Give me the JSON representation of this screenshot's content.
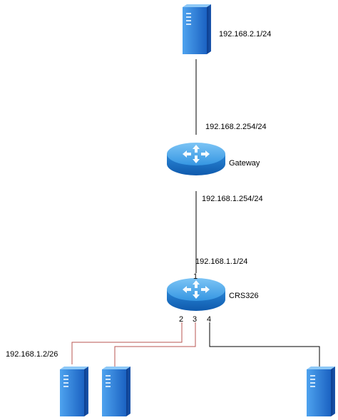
{
  "nodes": {
    "top_server": {
      "ip": "192.168.2.1/24"
    },
    "gateway": {
      "name": "Gateway",
      "upper_ip": "192.168.2.254/24",
      "lower_ip": "192.168.1.254/24"
    },
    "switch": {
      "name": "CRS326",
      "uplink_ip": "192.168.1.1/24",
      "ports": {
        "p1": "1",
        "p2": "2",
        "p3": "3",
        "p4": "4"
      }
    },
    "server_left": {
      "ip": "192.168.1.2/26"
    }
  },
  "colors": {
    "link_black": "#000000",
    "link_red": "#b85450",
    "device_blue": "#1e72c8",
    "router_blue": "#3a9be0"
  }
}
